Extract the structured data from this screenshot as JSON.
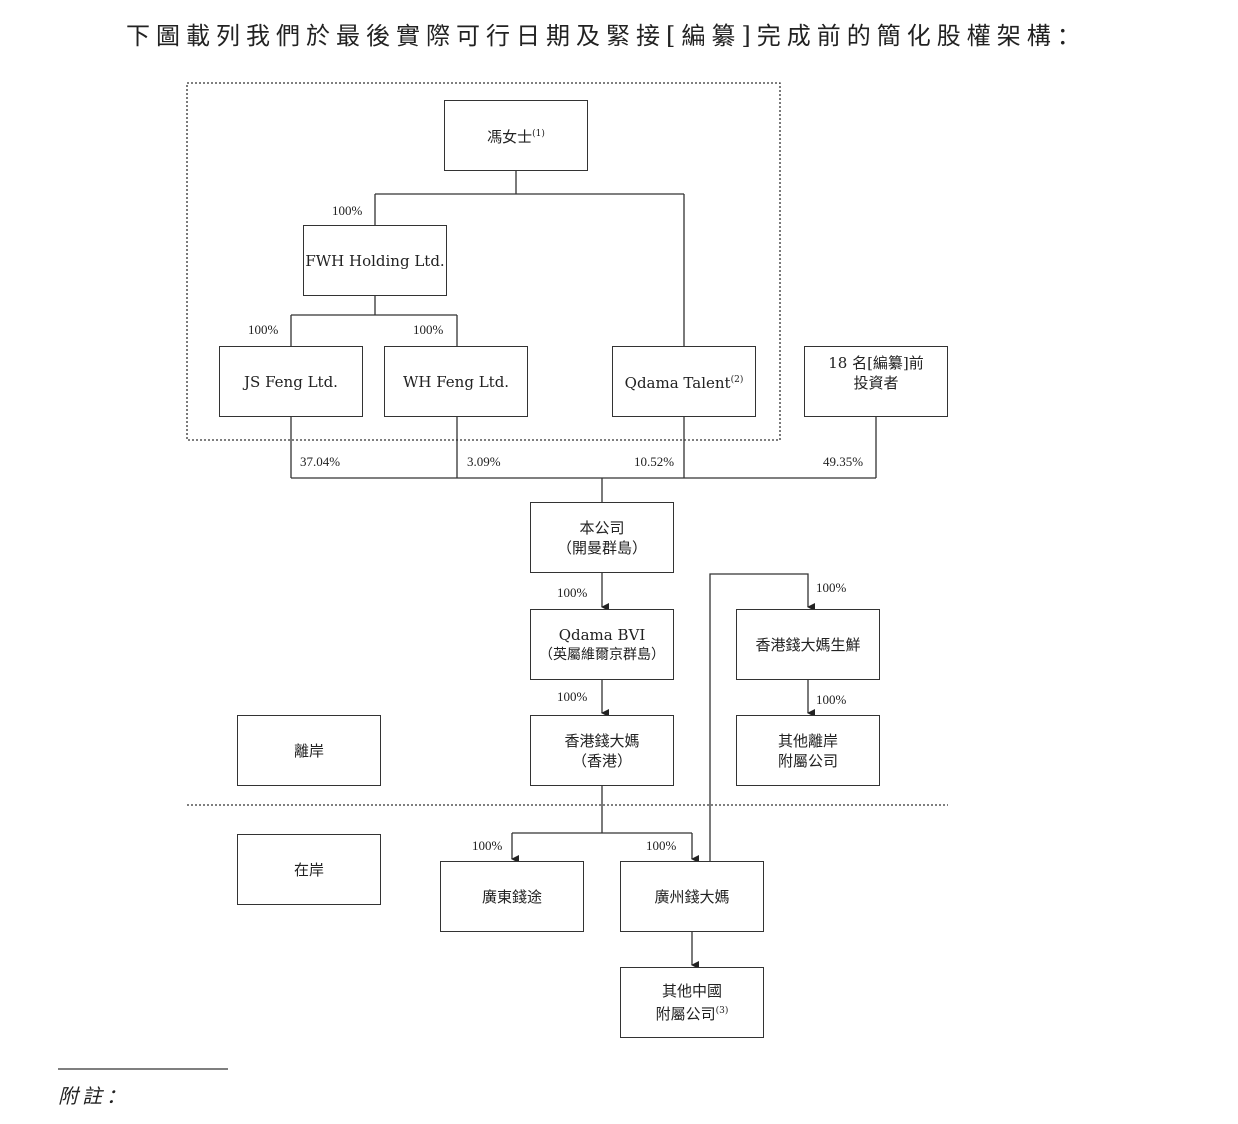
{
  "title": "下圖載列我們於最後實際可行日期及緊接[編纂]完成前的簡化股權架構：",
  "entities": {
    "ms_feng": {
      "name": "馮女士",
      "note": "(1)"
    },
    "fwh": {
      "name": "FWH Holding Ltd."
    },
    "js_feng": {
      "name": "JS Feng Ltd."
    },
    "wh_feng": {
      "name": "WH Feng Ltd."
    },
    "qdama_talent": {
      "name": "Qdama Talent",
      "note": "(2)"
    },
    "pre_investors": {
      "line1": "18 名[編纂]前",
      "line2": "投資者"
    },
    "company": {
      "line1": "本公司",
      "line2": "（開曼群島）"
    },
    "qdama_bvi": {
      "line1": "Qdama BVI",
      "line2": "（英屬維爾京群島）"
    },
    "hk_fresh": {
      "name": "香港錢大媽生鮮"
    },
    "offshore": {
      "name": "離岸"
    },
    "hk_qdm": {
      "line1": "香港錢大媽",
      "line2": "（香港）"
    },
    "other_offshore": {
      "line1": "其他離岸",
      "line2": "附屬公司"
    },
    "onshore": {
      "name": "在岸"
    },
    "gd_qiantu": {
      "name": "廣東錢途"
    },
    "gz_qdm": {
      "name": "廣州錢大媽"
    },
    "other_prc": {
      "line1": "其他中國",
      "line2": "附屬公司",
      "note": "(3)"
    }
  },
  "percentages": {
    "feng_fwh": "100%",
    "fwh_js": "100%",
    "fwh_wh": "100%",
    "js": "37.04%",
    "wh": "3.09%",
    "talent": "10.52%",
    "investors": "49.35%",
    "company_bvi": "100%",
    "to_hk_fresh": "100%",
    "bvi_hk": "100%",
    "hk_fresh_other": "100%",
    "hk_gd": "100%",
    "hk_gz": "100%"
  },
  "footnote_label": "附註："
}
